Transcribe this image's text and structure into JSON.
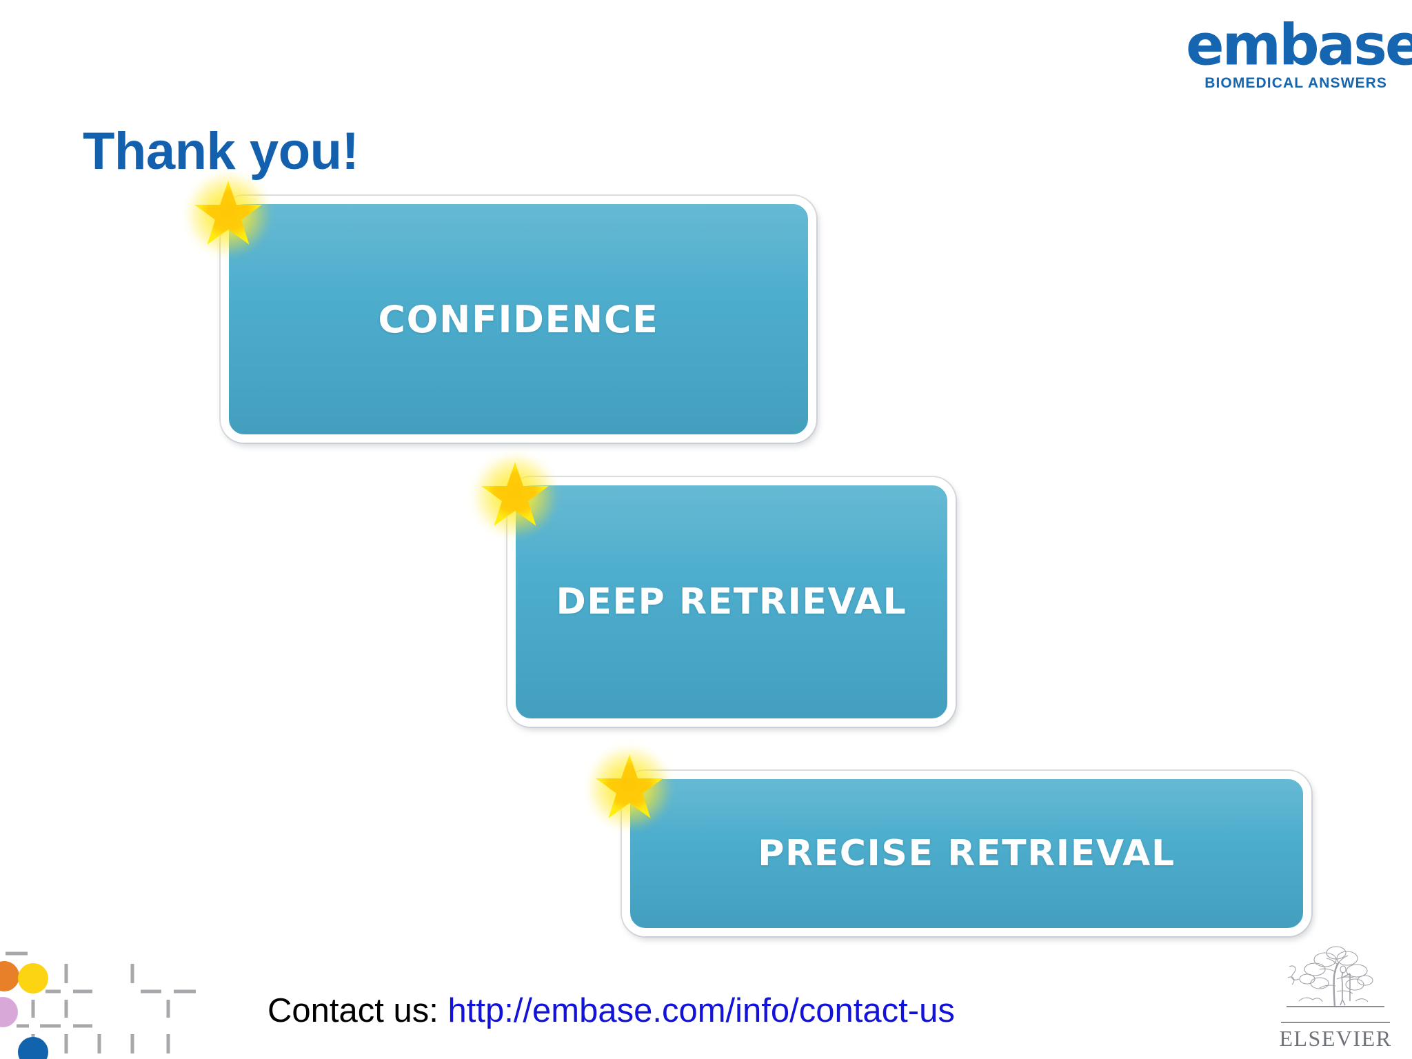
{
  "slide": {
    "title": "Thank you!",
    "title_color": "#1360AE",
    "background": "#ffffff"
  },
  "brand": {
    "wordmark": "embase",
    "registered_mark": "®",
    "tagline": "BIOMEDICAL ANSWERS",
    "color": "#1565B0"
  },
  "steps": {
    "box_color": "#4DADCD",
    "label_color": "#FFFFFF",
    "items": [
      {
        "label": "CONFIDENCE",
        "star": "star-icon"
      },
      {
        "label": "DEEP RETRIEVAL",
        "star": "star-icon"
      },
      {
        "label": "PRECISE RETRIEVAL",
        "star": "star-icon"
      }
    ]
  },
  "footer": {
    "contact_prefix": "Contact us: ",
    "contact_url": "http://embase.com/info/contact-us",
    "contact_url_color": "#1113D8",
    "contact_prefix_color": "#000000"
  },
  "publisher": {
    "name": "ELSEVIER",
    "emblem": "tree-icon",
    "color": "#6F7279"
  },
  "decoration": {
    "grid_dash_color": "#A8A8AC",
    "dots": [
      {
        "name": "orange-dot",
        "color": "#E8802A"
      },
      {
        "name": "yellow-dot",
        "color": "#FCD411"
      },
      {
        "name": "lavender-dot",
        "color": "#D8A9D8"
      },
      {
        "name": "blue-dot",
        "color": "#1063AC"
      }
    ]
  },
  "star_palette": {
    "fill_center": "#FFC706",
    "fill_edge": "#FFF200",
    "glow": "#FFEA1E"
  }
}
